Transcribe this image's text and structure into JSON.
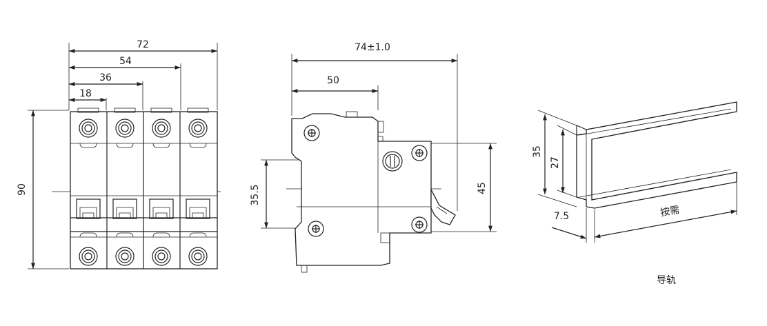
{
  "front_view": {
    "width_total": "72",
    "width_3p": "54",
    "width_2p": "36",
    "width_1p": "18",
    "height": "90"
  },
  "side_view": {
    "depth": "74±1.0",
    "depth_front": "50",
    "mount_height": "35.5",
    "terminal_span": "45"
  },
  "rail_view": {
    "height_outer": "35",
    "height_inner": "27",
    "flange": "7.5",
    "length": "按需",
    "caption": "导轨"
  }
}
